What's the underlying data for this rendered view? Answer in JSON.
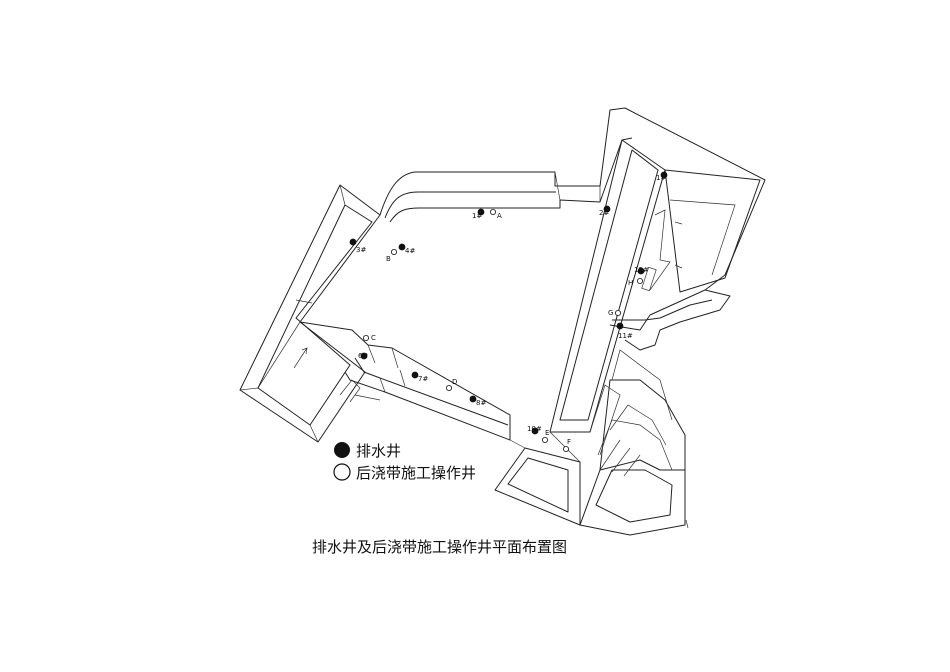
{
  "legend": [
    {
      "symbol": "filled-circle",
      "label": "排水井"
    },
    {
      "symbol": "open-circle",
      "label": "后浇带施工操作井"
    }
  ],
  "caption": "排水井及后浇带施工操作井平面布置图",
  "markers": [
    {
      "kind": "filled",
      "label": "3#"
    },
    {
      "kind": "filled",
      "label": "4#"
    },
    {
      "kind": "open",
      "label": "B"
    },
    {
      "kind": "filled",
      "label": "1#"
    },
    {
      "kind": "open",
      "label": "A"
    },
    {
      "kind": "filled",
      "label": "2#"
    },
    {
      "kind": "filled",
      "label": "1#"
    },
    {
      "kind": "open",
      "label": "C"
    },
    {
      "kind": "filled",
      "label": "6#"
    },
    {
      "kind": "filled",
      "label": "7#"
    },
    {
      "kind": "open",
      "label": "D"
    },
    {
      "kind": "filled",
      "label": "8#"
    },
    {
      "kind": "filled",
      "label": "10#"
    },
    {
      "kind": "open",
      "label": "E"
    },
    {
      "kind": "open",
      "label": "F"
    },
    {
      "kind": "filled",
      "label": "11#"
    },
    {
      "kind": "open",
      "label": "G"
    },
    {
      "kind": "open",
      "label": "H"
    },
    {
      "kind": "filled",
      "label": "12#"
    }
  ]
}
